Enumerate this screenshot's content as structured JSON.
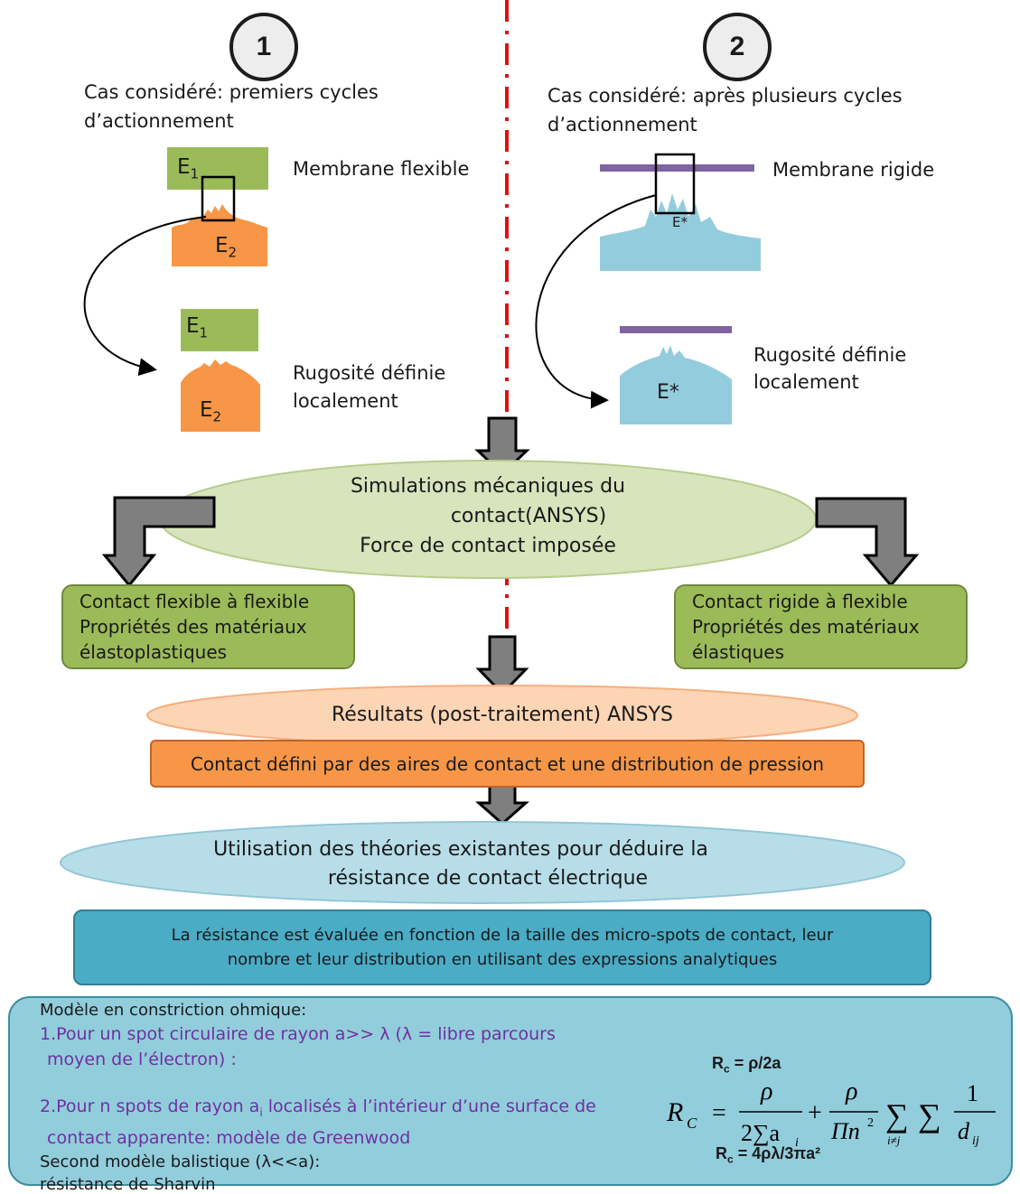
{
  "case1": {
    "number": "1",
    "caption_line1": "Cas considéré: premiers cycles",
    "caption_line2": "d’actionnement",
    "membrane_label": "Membrane flexible",
    "roughness_line1": "Rugosité définie",
    "roughness_line2": "localement",
    "e1": "E",
    "e1_sub": "1",
    "e2": "E",
    "e2_sub": "2",
    "colors": {
      "membrane": "#9bbb59",
      "substrate": "#f79646"
    }
  },
  "case2": {
    "number": "2",
    "caption_line1": "Cas considéré: après plusieurs cycles",
    "caption_line2": "d’actionnement",
    "membrane_label": "Membrane rigide",
    "roughness_line1": "Rugosité définie",
    "roughness_line2": "localement",
    "estar_small": "E*",
    "estar_big": "E*",
    "colors": {
      "membrane": "#8064a2",
      "substrate": "#93cddd"
    }
  },
  "simulation": {
    "line1": "Simulations mécaniques du",
    "line2": "contact(ANSYS)",
    "line3": "Force de contact imposée"
  },
  "left_box": {
    "line1": "Contact flexible à flexible",
    "line2": "Propriétés des matériaux",
    "line3": "élastoplastiques"
  },
  "right_box": {
    "line1": "Contact rigide à flexible",
    "line2": "Propriétés des matériaux",
    "line3": "élastiques"
  },
  "results": {
    "text": "Résultats (post-traitement) ANSYS"
  },
  "contact_def": {
    "text": "Contact défini par des aires de contact et une distribution de pression"
  },
  "theories": {
    "line1": "Utilisation des théories existantes pour déduire la",
    "line2": "résistance de contact électrique"
  },
  "evaluation": {
    "line1": "La résistance est évaluée en fonction de la taille des micro-spots de contact, leur",
    "line2": "nombre et leur distribution en utilisant des expressions analytiques"
  },
  "models": {
    "title": "Modèle en constriction ohmique:",
    "item1_line1": "1.Pour un spot circulaire de rayon a>> λ   (λ = libre parcours",
    "item1_line2": "moyen de l’électron) :",
    "item2_line1_a": "2.Pour n spots de rayon a",
    "item2_line1_sub": "i",
    "item2_line1_b": " localisés à l’intérieur d’une surface de",
    "item2_line2": "contact apparente: modèle de Greenwood",
    "ballistic_line1": "Second modèle balistique (λ<<a):",
    "ballistic_line2": "résistance de Sharvin",
    "formula1_r": "R",
    "formula1_sub": "c",
    "formula1_rest": " = ρ/2a",
    "formula3_r": "R",
    "formula3_sub": "c",
    "formula3_rest": " = 4ρλ/3πa²"
  },
  "greenwood": {
    "lhs": "R",
    "lhs_sub": "C",
    "equals": "=",
    "rho": "ρ",
    "den1": "2∑a",
    "den1_sub": "i",
    "plus": "+",
    "den2": "Πn",
    "den2_sup": "2",
    "sum_sub": "i≠j",
    "one": "1",
    "dij": "d",
    "dij_sub": "ij"
  }
}
